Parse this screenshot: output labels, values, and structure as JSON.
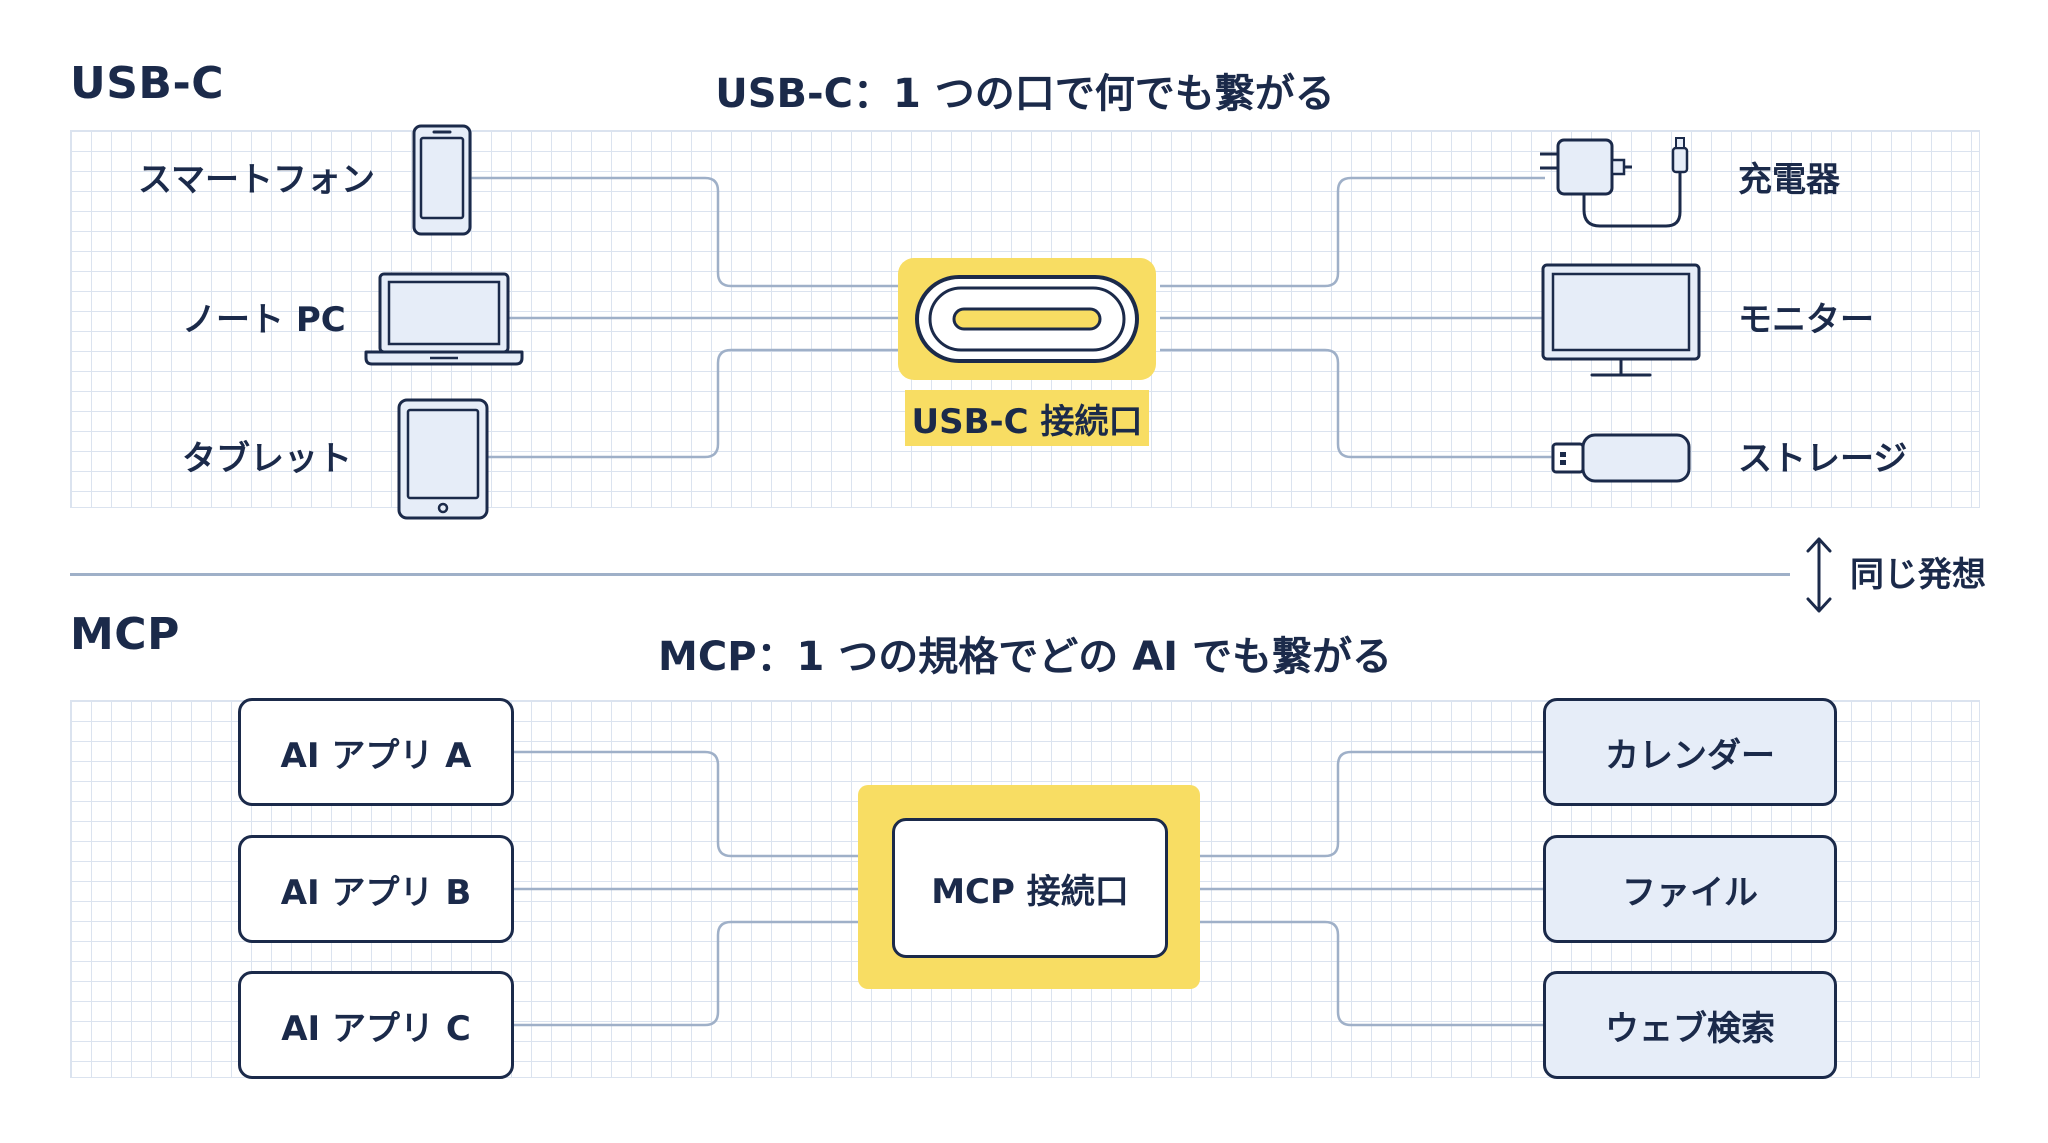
{
  "usbc": {
    "section_label": "USB-C",
    "title": "USB-C：1 つの口で何でも繋がる",
    "hub_label": "USB-C 接続口",
    "left_devices": [
      {
        "label": "スマートフォン",
        "icon": "smartphone-icon"
      },
      {
        "label": "ノート PC",
        "icon": "laptop-icon"
      },
      {
        "label": "タブレット",
        "icon": "tablet-icon"
      }
    ],
    "right_devices": [
      {
        "label": "充電器",
        "icon": "charger-icon"
      },
      {
        "label": "モニター",
        "icon": "monitor-icon"
      },
      {
        "label": "ストレージ",
        "icon": "usb-storage-icon"
      }
    ]
  },
  "divider": {
    "label": "同じ発想",
    "icon": "double-arrow-icon"
  },
  "mcp": {
    "section_label": "MCP",
    "title": "MCP：1 つの規格でどの AI でも繋がる",
    "hub_label": "MCP 接続口",
    "left_apps": [
      "AI アプリ A",
      "AI アプリ B",
      "AI アプリ C"
    ],
    "right_services": [
      "カレンダー",
      "ファイル",
      "ウェブ検索"
    ]
  },
  "colors": {
    "navy": "#1b2a4a",
    "accent_yellow": "#f8dd63",
    "connector_line": "#9fb0c8",
    "grid": "#dbe3ef",
    "tint_fill": "#e6edf8"
  }
}
